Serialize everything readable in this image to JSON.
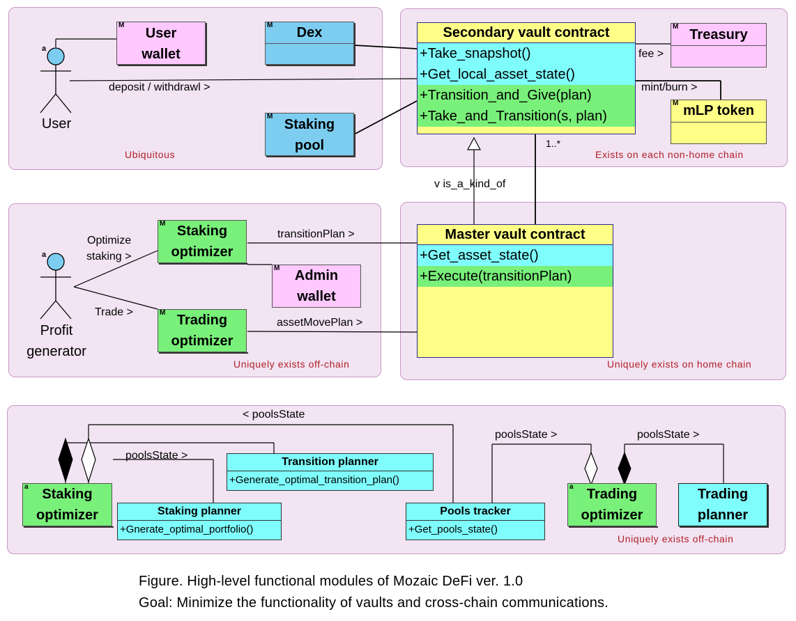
{
  "regions": {
    "ubiquitous": "Ubiquitous",
    "non_home": "Exists on each non-home chain",
    "offchain_1": "Uniquely exists off-chain",
    "home_chain": "Uniquely exists on home chain",
    "offchain_2": "Uniquely exists off-chain"
  },
  "actors": {
    "user": "User",
    "profit_generator_line1": "Profit",
    "profit_generator_line2": "generator",
    "badge": "a"
  },
  "boxes": {
    "badge_m": "M",
    "badge_a": "a",
    "user_wallet_1": "User",
    "user_wallet_2": "wallet",
    "dex": "Dex",
    "staking_pool_1": "Staking",
    "staking_pool_2": "pool",
    "treasury": "Treasury",
    "mlp_token": "mLP token",
    "staking_optimizer_1": "Staking",
    "staking_optimizer_2": "optimizer",
    "admin_wallet_1": "Admin",
    "admin_wallet_2": "wallet",
    "trading_optimizer_1": "Trading",
    "trading_optimizer_2": "optimizer",
    "trading_planner_1": "Trading",
    "trading_planner_2": "planner"
  },
  "secondary_vault": {
    "title": "Secondary vault contract",
    "ops": [
      "+Take_snapshot()",
      "+Get_local_asset_state()",
      "+Transition_and_Give(plan)",
      "+Take_and_Transition(s, plan)"
    ]
  },
  "master_vault": {
    "title": "Master vault contract",
    "ops": [
      "+Get_asset_state()",
      "+Execute(transitionPlan)"
    ]
  },
  "small_classes": {
    "transition_planner": {
      "title": "Transition planner",
      "op": "+Generate_optimal_transition_plan()"
    },
    "staking_planner": {
      "title": "Staking planner",
      "op": "+Gnerate_optimal_portfolio()"
    },
    "pools_tracker": {
      "title": "Pools tracker",
      "op": "+Get_pools_state()"
    }
  },
  "edge_labels": {
    "deposit_withdraw": "deposit / withdrawl >",
    "fee": "fee >",
    "mint_burn": "mint/burn >",
    "multiplicity": "1..*",
    "is_a_kind_of": "v is_a_kind_of",
    "optimize_1": "Optimize",
    "optimize_2": "staking >",
    "trade": "Trade >",
    "transition_plan": "transitionPlan >",
    "asset_move_plan": "assetMovePlan >",
    "pools_state_left": "< poolsState",
    "pools_state_mid": "poolsState >",
    "pools_state_right1": "poolsState >",
    "pools_state_right2": "poolsState >"
  },
  "caption": {
    "line1": "Figure. High-level functional modules of Mozaic DeFi ver. 1.0",
    "line2": "Goal: Minimize the functionality of vaults and cross-chain communications."
  }
}
